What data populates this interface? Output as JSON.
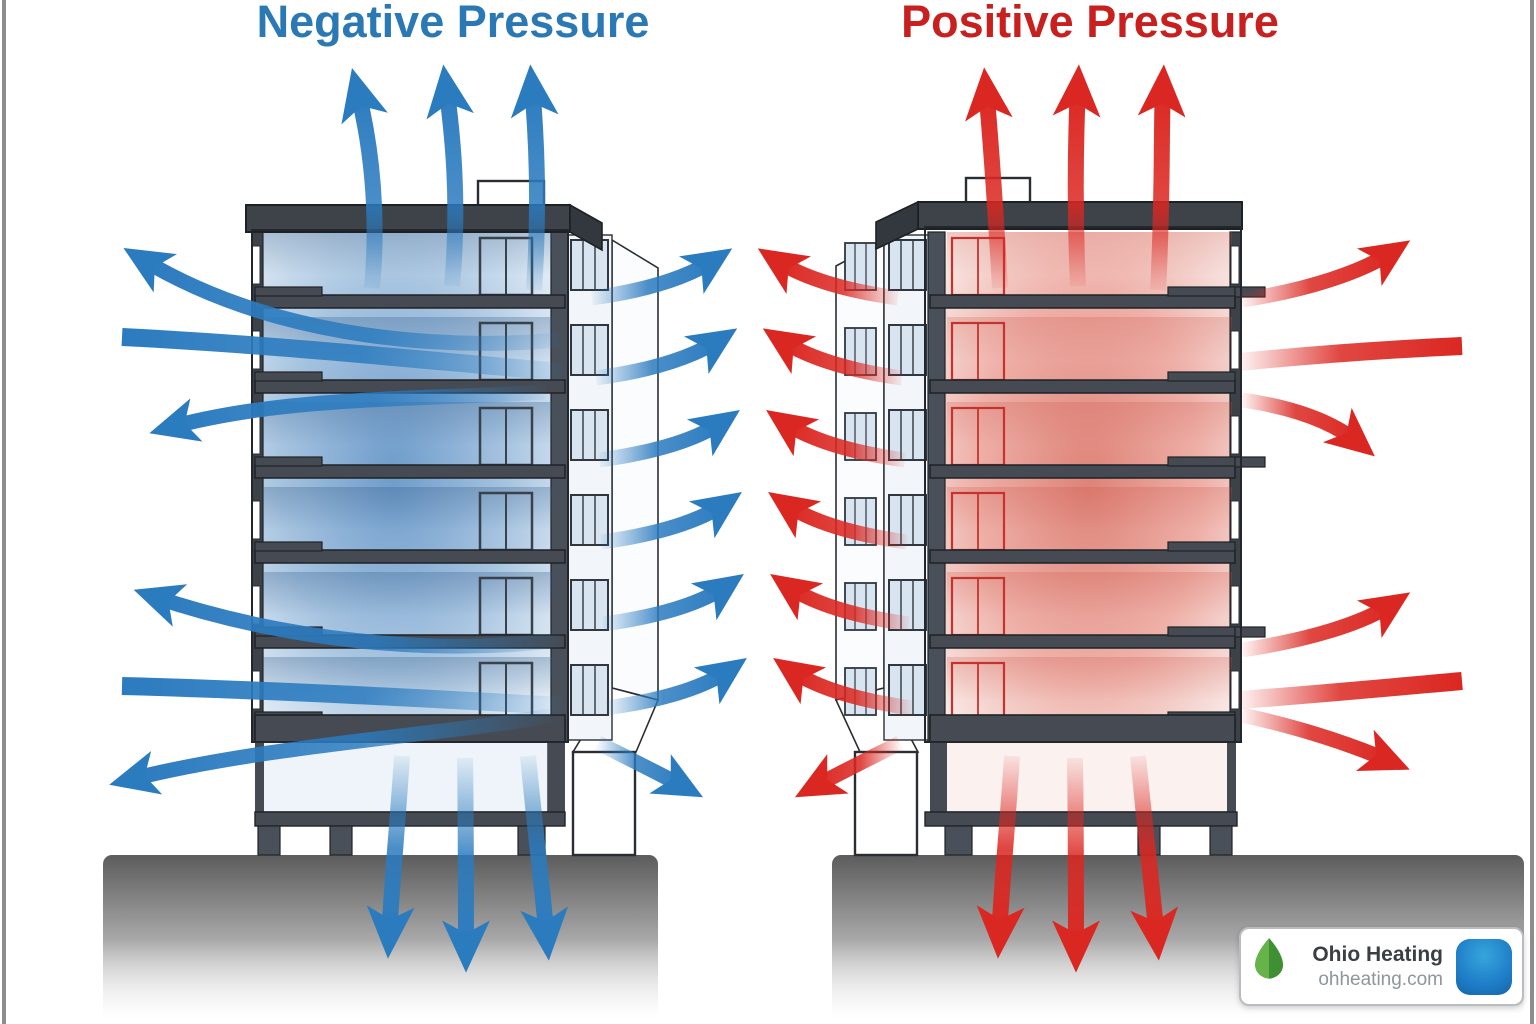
{
  "titles": {
    "negative": "Negative Pressure",
    "positive": "Positive Pressure"
  },
  "branding": {
    "name": "Ohio Heating",
    "url": "ohheating.com",
    "icon": "leaf-drop-icon"
  },
  "palette": {
    "negative_title": "#2A79B5",
    "positive_title": "#C8201F",
    "negative_arrow": "#2B7BBF",
    "positive_arrow": "#DB2721",
    "slab": "#464B53",
    "outline": "#23272B",
    "corner_col": "#4A505A",
    "facade": "#F2F5F9",
    "panel_white": "#FBFCFE",
    "window_glass": "#D8E5F0",
    "window_frame": "#30373F",
    "interior_negative_core": "#6E9CCB",
    "interior_negative_mid": "#A7C4E0",
    "interior_negative_edge": "#E9F1F8",
    "interior_positive_core": "#DE8378",
    "interior_positive_mid": "#EEB0A8",
    "interior_positive_edge": "#FAF0EE",
    "door_frame_negative": "#39414D",
    "door_frame_positive": "#C5332E",
    "basement_negative": "#EEF4F9",
    "basement_positive": "#FBF2F0",
    "ground_dark": "#5C5C5C",
    "ground_mid": "#A8A8A8",
    "logo_blue": "#1E7EC8",
    "leaf_light": "#66B34A",
    "leaf_dark": "#3F8F33",
    "text_dark": "#3A3F44",
    "text_gray": "#8E959B",
    "border_gray": "#8C8C8C"
  },
  "diagram": {
    "negative_building": {
      "label": "Negative Pressure",
      "pressure": "negative",
      "floors_above_ground": 6,
      "airflow": {
        "roof_exhaust_up_arrows": 3,
        "left_side_arrows": 6,
        "right_side_arrows": 7,
        "ground_down_arrows": 3,
        "arrow_color": "#2B7BBF"
      }
    },
    "positive_building": {
      "label": "Positive Pressure",
      "pressure": "positive",
      "floors_above_ground": 6,
      "airflow": {
        "roof_exhaust_up_arrows": 3,
        "left_side_arrows": 7,
        "right_side_arrows": 6,
        "ground_down_arrows": 3,
        "arrow_color": "#DB2721"
      }
    }
  }
}
